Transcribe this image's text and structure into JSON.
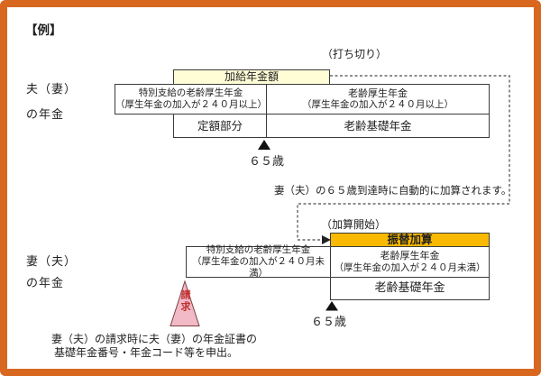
{
  "colors": {
    "frame": "#D8671F",
    "kakyuu_fill": "#FFFDD6",
    "furikae_fill": "#F9B900",
    "request_pink": "#F2B9C6",
    "request_text": "#C03030"
  },
  "example_label": "【例】",
  "husband": {
    "label_line1": "夫（妻）",
    "label_line2": "の年金",
    "cutoff_note": "（打ち切り）",
    "age_label": "６５歳",
    "kakyuu_label": "加給年金額",
    "tokubetsu_line1": "特別支給の老齢厚生年金",
    "tokubetsu_line2": "（厚生年金の加入が２４０月以上）",
    "rousei_line1": "老齢厚生年金",
    "rousei_line2": "（厚生年金の加入が２４０月以上）",
    "teigaku_label": "定額部分",
    "kiso_label": "老齢基礎年金"
  },
  "middle_note": "妻（夫）の６５歳到達時に自動的に加算されます。",
  "wife": {
    "label_line1": "妻（夫）",
    "label_line2": "の年金",
    "start_note": "（加算開始）",
    "age_label": "６５歳",
    "furikae_label": "振替加算",
    "tokubetsu_line1": "特別支給の老齢厚生年金",
    "tokubetsu_line2": "（厚生年金の加入が２４０月未満）",
    "rousei_line1": "老齢厚生年金",
    "rousei_line2": "（厚生年金の加入が２４０月未満）",
    "kiso_label": "老齢基礎年金",
    "request_label": "請求"
  },
  "footer_note_line1": "妻（夫）の請求時に夫（妻）の年金証書の",
  "footer_note_line2": "基礎年金番号・年金コード等を申出。"
}
